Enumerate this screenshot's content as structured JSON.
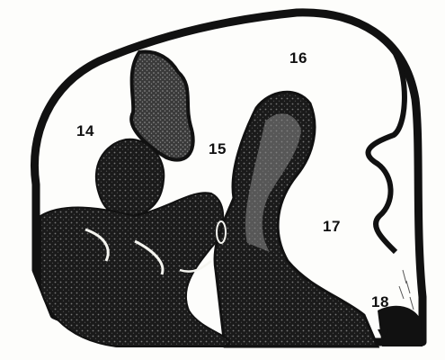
{
  "labels": {
    "l14": "14",
    "l15": "15",
    "l16": "16",
    "l17": "17",
    "l18": "18"
  },
  "colors": {
    "ink": "#111111",
    "paper": "#fdfdfb",
    "stipple": "#6a6a6a"
  },
  "marker_icon": "arrow-down-icon"
}
